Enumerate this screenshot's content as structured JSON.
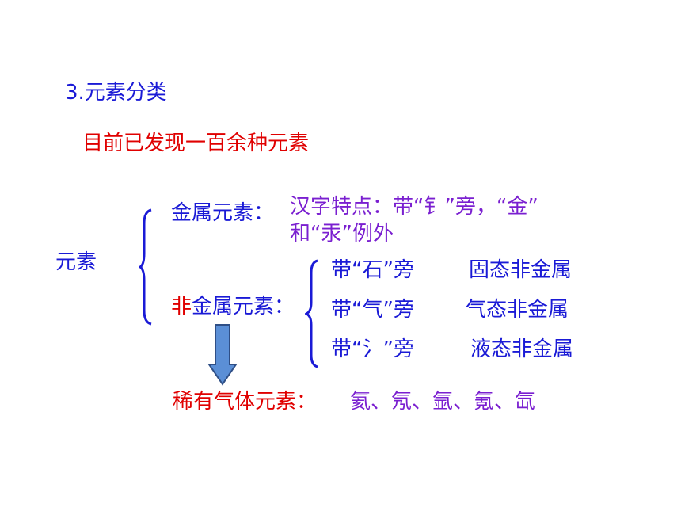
{
  "heading": "3.元素分类",
  "subtitle": "目前已发现一百余种元素",
  "root": "元素",
  "metal": {
    "label": "金属元素：",
    "note_line1": "汉字特点：带“钅”旁，“金”",
    "note_line2": "和“汞”例外"
  },
  "nonmetal": {
    "label_prefix": "非",
    "label_rest": "金属元素：",
    "items": [
      {
        "radical": "带“石”旁",
        "state": "固态非金属"
      },
      {
        "radical": "带“气”旁",
        "state": "气态非金属"
      },
      {
        "radical": "带“氵”旁",
        "state": "液态非金属"
      }
    ]
  },
  "noble": {
    "label": "稀有气体元素：",
    "elements": "氦、氖、氩、氪、氙"
  },
  "colors": {
    "blue": "#1a1ad6",
    "red": "#e00000",
    "purple": "#7a1fd0",
    "arrow_fill": "#5b8fd6",
    "arrow_stroke": "#2f4f86"
  }
}
